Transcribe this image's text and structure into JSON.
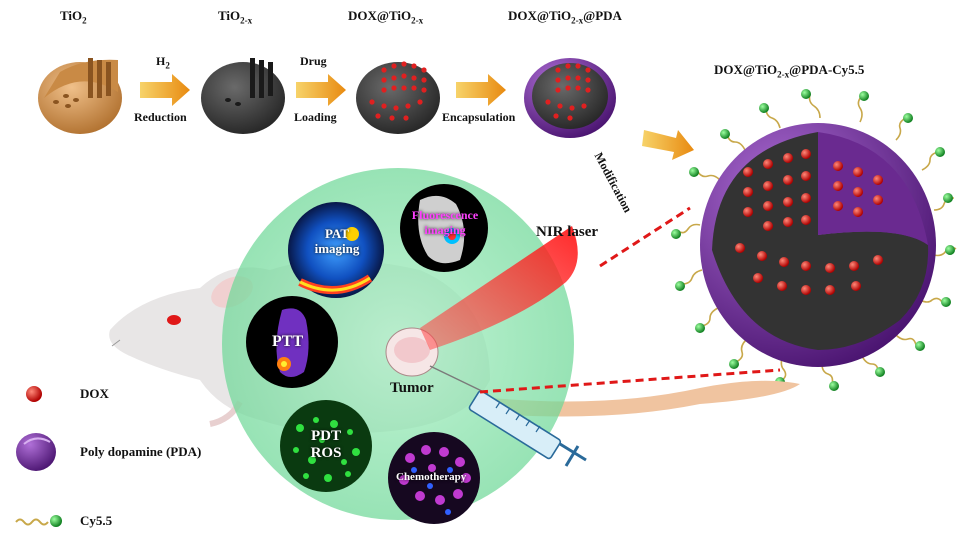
{
  "steps": [
    {
      "title": "TiO",
      "sub": "2"
    },
    {
      "title": "TiO",
      "sub": "2-x"
    },
    {
      "title": "DOX@TiO",
      "sub": "2-x"
    },
    {
      "title": "DOX@TiO",
      "sub": "2-x",
      "suffix": "@PDA"
    }
  ],
  "arrows": [
    {
      "top": "H",
      "top_sub": "2",
      "bottom": "Reduction"
    },
    {
      "top": "Drug",
      "bottom": "Loading"
    },
    {
      "top": "",
      "bottom": "Encapsulation"
    }
  ],
  "modification_label": "Modification",
  "final_particle": {
    "title": "DOX@TiO",
    "sub": "2-x",
    "suffix": "@PDA-Cy5.5"
  },
  "nir_label": "NIR laser",
  "tumor_label": "Tumor",
  "imaging": {
    "pat": "PAT imaging",
    "fluorescence": "Fluorescence imaging",
    "ptt": "PTT",
    "pdt": "PDT ROS",
    "chemo": "Chemotherapy"
  },
  "legend": [
    {
      "icon": "dox-dot-icon",
      "label": "DOX"
    },
    {
      "icon": "pda-shell-icon",
      "label": "Poly dopamine (PDA)"
    },
    {
      "icon": "cy55-chain-icon",
      "label": "Cy5.5"
    }
  ],
  "colors": {
    "tio2": "#d99a52",
    "tio2x": "#4a4a4a",
    "dox": "#e02020",
    "pda": "#7a2fa0",
    "cy55": "#22aa33",
    "arrow": "#f2a31a",
    "laser": "#ff2020",
    "zone": "#7fe0a6"
  }
}
